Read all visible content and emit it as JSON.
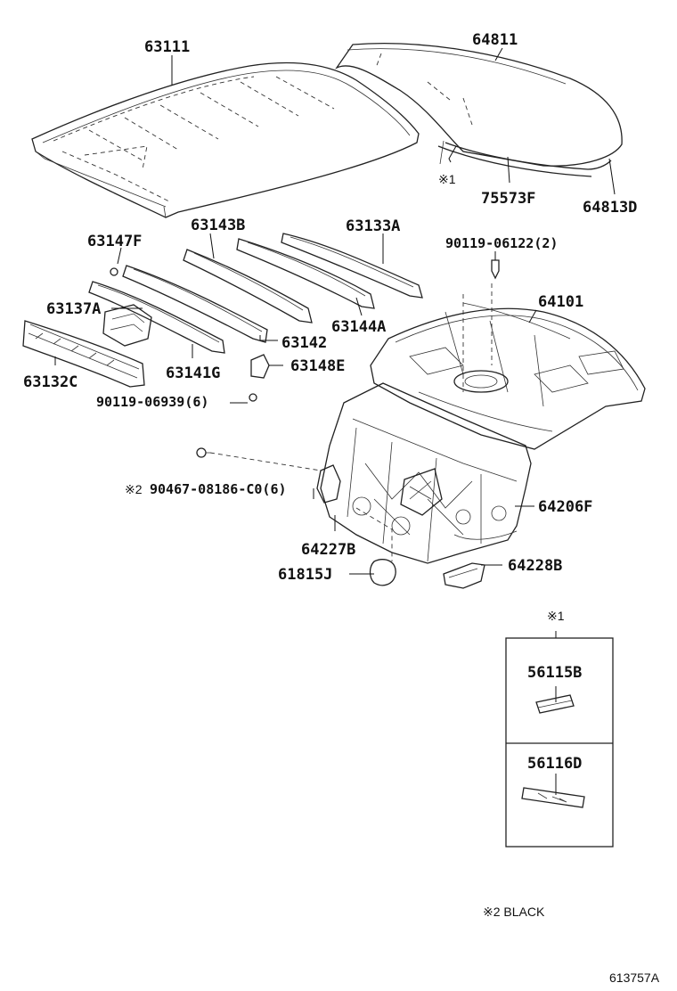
{
  "labels": {
    "p63111": "63111",
    "p64811": "64811",
    "note1_a": "※1",
    "p75573F": "75573F",
    "p64813D": "64813D",
    "p63147F": "63147F",
    "p63143B": "63143B",
    "p63133A": "63133A",
    "p90119_06122": "90119-06122(2)",
    "p63137A": "63137A",
    "p64101": "64101",
    "p63144A": "63144A",
    "p63142": "63142",
    "p63132C": "63132C",
    "p63141G": "63141G",
    "p63148E": "63148E",
    "p90119_06939": "90119-06939(6)",
    "p90467": "90467-08186-C0(6)",
    "note2_a": "※2",
    "p64206F": "64206F",
    "p64227B": "64227B",
    "p64228B": "64228B",
    "p61815J": "61815J",
    "note1_b": "※1",
    "p56115B": "56115B",
    "p56116D": "56116D",
    "legend_black": "※2 BLACK",
    "figure_id": "613757A"
  }
}
